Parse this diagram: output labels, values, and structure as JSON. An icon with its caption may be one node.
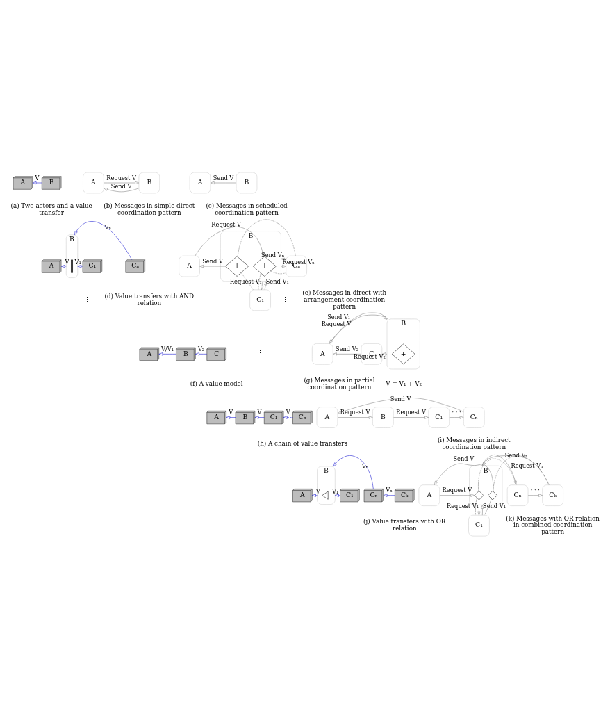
{
  "diagram": {
    "nodes": [
      {
        "text": [
          "A"
        ]
      },
      {
        "text": [
          "B"
        ]
      },
      {
        "text": [
          "A"
        ]
      },
      {
        "text": [
          "B"
        ]
      },
      {
        "text": [
          "A"
        ]
      },
      {
        "text": [
          "B"
        ]
      },
      {
        "text": [
          "A"
        ]
      },
      {
        "text": [
          "B"
        ]
      },
      {
        "text": [],
        "shape": "bar",
        "in": 7
      },
      {
        "text": [
          "C₁"
        ]
      },
      {
        "text": [
          "Cₙ"
        ]
      },
      {
        "text": [
          "A"
        ]
      },
      {
        "text": [
          "B"
        ]
      },
      {
        "text": [
          "+"
        ],
        "in": 12
      },
      {
        "text": [
          "+"
        ],
        "in": 12
      },
      {
        "text": [
          "C₁"
        ]
      },
      {
        "text": [
          "Cₙ"
        ]
      },
      {
        "text": [
          "A"
        ]
      },
      {
        "text": [
          "B"
        ]
      },
      {
        "text": [
          "C"
        ]
      },
      {
        "text": [
          "A"
        ]
      },
      {
        "text": [
          "B"
        ]
      },
      {
        "text": [
          "+"
        ],
        "in": 21
      },
      {
        "text": [
          "C"
        ]
      },
      {
        "text": [
          "A"
        ]
      },
      {
        "text": [
          "B"
        ]
      },
      {
        "text": [
          "C₁"
        ]
      },
      {
        "text": [
          "Cₙ"
        ]
      },
      {
        "text": [
          "A"
        ]
      },
      {
        "text": [
          "B"
        ]
      },
      {
        "text": [
          "C₁"
        ]
      },
      {
        "text": [
          "Cₙ"
        ]
      },
      {
        "text": [
          "A"
        ]
      },
      {
        "text": [
          "B"
        ]
      },
      {
        "text": [],
        "shape": "triangle",
        "in": 33
      },
      {
        "text": [
          "C₁"
        ]
      },
      {
        "text": [
          "Cₙ"
        ]
      },
      {
        "text": [
          "Cₖ"
        ]
      },
      {
        "text": [
          "A"
        ]
      },
      {
        "text": [
          "B"
        ]
      },
      {
        "text": [],
        "shape": "diamond",
        "in": 39
      },
      {
        "text": [],
        "shape": "diamond",
        "in": 39
      },
      {
        "text": [
          "C₁"
        ]
      },
      {
        "text": [
          "Cₙ"
        ]
      },
      {
        "text": [
          "Cₖ"
        ]
      }
    ],
    "edges": [
      {
        "from": 1,
        "to": 0,
        "arrow": "to",
        "label": "V",
        "color": "#0000cc"
      },
      {
        "from": 2,
        "to": 3,
        "arrow": "to",
        "label": "Request V"
      },
      {
        "from": 3,
        "to": 2,
        "arrow": "to",
        "label": "Send V"
      },
      {
        "from": 5,
        "to": 4,
        "arrow": "to",
        "label": "Send V"
      },
      {
        "from": 7,
        "to": 6,
        "arrow": "to",
        "label": "V",
        "color": "#0000cc"
      },
      {
        "from": 9,
        "to": 7,
        "arrow": "to",
        "label": "V₁",
        "color": "#0000cc"
      },
      {
        "from": 10,
        "to": 7,
        "arrow": "to",
        "label": "Vₙ",
        "color": "#0000cc"
      },
      {
        "from": 11,
        "to": 13,
        "arrow": "to",
        "label": "Request V"
      },
      {
        "from": 13,
        "to": 15,
        "arrow": "none",
        "style": "dashed"
      },
      {
        "from": 13,
        "to": 16,
        "arrow": "none",
        "style": "dashed"
      },
      {
        "from": 12,
        "to": 15,
        "arrow": "to",
        "label": "Request V₁"
      },
      {
        "from": 15,
        "to": 12,
        "arrow": "to",
        "label": "Send V₁"
      },
      {
        "from": 12,
        "to": 16,
        "arrow": "to",
        "label": "Request Vₙ"
      },
      {
        "from": 16,
        "to": 12,
        "arrow": "to",
        "label": "Send Vₙ"
      },
      {
        "from": 14,
        "to": 15,
        "arrow": "none",
        "style": "dashed"
      },
      {
        "from": 14,
        "to": 16,
        "arrow": "none",
        "style": "dashed"
      },
      {
        "from": 14,
        "to": 11,
        "arrow": "to",
        "label": "Send V"
      },
      {
        "from": 18,
        "to": 17,
        "arrow": "to",
        "label": "V/V₁",
        "color": "#0000cc"
      },
      {
        "from": 19,
        "to": 18,
        "arrow": "to",
        "label": "V₂",
        "color": "#0000cc"
      },
      {
        "from": 20,
        "to": 21,
        "arrow": "to",
        "label": "Request V"
      },
      {
        "from": 21,
        "to": 20,
        "arrow": "to",
        "label": "Send V₁"
      },
      {
        "from": 21,
        "to": 23,
        "arrow": "to",
        "label": "Request V₂"
      },
      {
        "from": 23,
        "to": 20,
        "arrow": "to",
        "label": "Send V₂"
      },
      {
        "from": 25,
        "to": 24,
        "arrow": "to",
        "label": "V",
        "color": "#0000cc"
      },
      {
        "from": 26,
        "to": 25,
        "arrow": "to",
        "label": "V",
        "color": "#0000cc"
      },
      {
        "from": 27,
        "to": 26,
        "arrow": "to",
        "label": "V",
        "color": "#0000cc",
        "style": "dashed"
      },
      {
        "from": 28,
        "to": 29,
        "arrow": "to",
        "label": "Request V"
      },
      {
        "from": 29,
        "to": 30,
        "arrow": "to",
        "label": "Request V"
      },
      {
        "from": 30,
        "to": 31,
        "arrow": "to",
        "label": "· · ·"
      },
      {
        "from": 31,
        "to": 28,
        "arrow": "to",
        "label": "Send V"
      },
      {
        "from": 33,
        "to": 32,
        "arrow": "to",
        "label": "V",
        "color": "#0000cc"
      },
      {
        "from": 35,
        "to": 33,
        "arrow": "to",
        "label": "V₁",
        "color": "#0000cc"
      },
      {
        "from": 36,
        "to": 33,
        "arrow": "to",
        "label": "Vₙ",
        "color": "#0000cc"
      },
      {
        "from": 37,
        "to": 36,
        "arrow": "to",
        "label": "Vₙ",
        "color": "#0000cc"
      },
      {
        "from": 38,
        "to": 40,
        "arrow": "to",
        "label": "Request V"
      },
      {
        "from": 40,
        "to": 42,
        "arrow": "none",
        "style": "dashed"
      },
      {
        "from": 40,
        "to": 43,
        "arrow": "none",
        "style": "dashed"
      },
      {
        "from": 39,
        "to": 42,
        "arrow": "to",
        "label": "Request V₁"
      },
      {
        "from": 42,
        "to": 39,
        "arrow": "to",
        "label": "Send V₁"
      },
      {
        "from": 39,
        "to": 43,
        "arrow": "to",
        "label": "Request Vₙ"
      },
      {
        "from": 43,
        "to": 44,
        "arrow": "to",
        "label": "· · ·"
      },
      {
        "from": 44,
        "to": 39,
        "arrow": "to",
        "label": "Send Vₙ"
      },
      {
        "from": 41,
        "to": 42,
        "arrow": "none",
        "style": "dashed"
      },
      {
        "from": 41,
        "to": 44,
        "arrow": "none",
        "style": "dashed"
      },
      {
        "from": 41,
        "to": 38,
        "arrow": "to",
        "label": "Send V"
      }
    ],
    "labels": [
      "(a) Two actors and a value transfer",
      "(b) Messages in simple direct coordination pattern",
      "(c) Messages in scheduled coordination pattern",
      "⋮",
      "(d) Value transfers with AND relation",
      "⋮",
      "⋮",
      "(e) Messages in direct with arrangement coordination pattern",
      "(f) A value model",
      "V = V₁ + V₂",
      "(g) Messages in partial coordination pattern",
      "(h) A chain of value transfers",
      "(i) Messages in indirect coordination pattern",
      "(j) Value transfers with OR relation",
      "(k) Messages with OR relation in combined coordination pattern"
    ]
  }
}
